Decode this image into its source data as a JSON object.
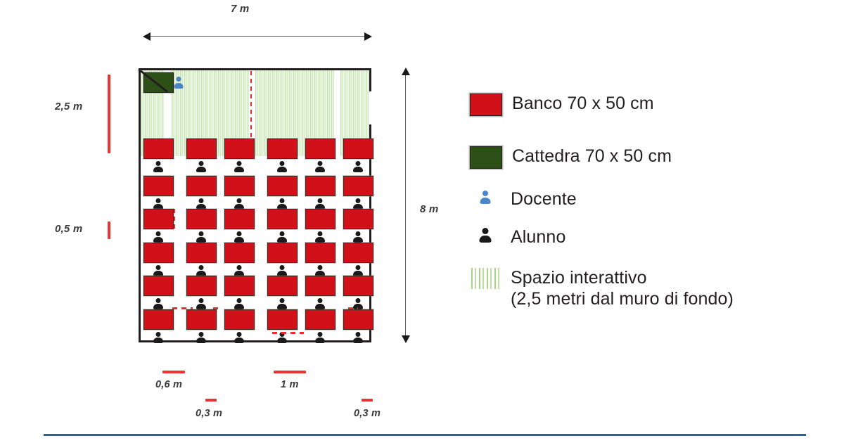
{
  "diagram": {
    "title_dimensions": {
      "width_label": "7 m",
      "height_label": "8 m"
    },
    "left_measures": [
      {
        "label": "2,5 m",
        "marker": "tall-red-bar"
      },
      {
        "label": "0,5 m",
        "marker": "short-red-bar"
      }
    ],
    "bottom_measures": [
      {
        "label": "0,6 m",
        "marker": "red-bar"
      },
      {
        "label": "0,3 m",
        "marker": "red-bar"
      },
      {
        "label": "1 m",
        "marker": "red-bar"
      },
      {
        "label": "0,3 m",
        "marker": "red-bar"
      }
    ],
    "room": {
      "desk_rows": 6,
      "desk_columns": 6,
      "desk_count": 36,
      "student_count": 36,
      "teacher_count": 1,
      "teacher_desk_count": 1,
      "door": "right wall, upper",
      "interactive_zone_depth": "2,5 m"
    }
  },
  "legend": {
    "items": [
      {
        "icon": "red-desk-swatch",
        "label": "Banco 70 x 50 cm"
      },
      {
        "icon": "green-desk-swatch",
        "label": "Cattedra 70 x 50 cm"
      },
      {
        "icon": "teacher-icon",
        "label": "Docente"
      },
      {
        "icon": "student-icon",
        "label": "Alunno"
      },
      {
        "icon": "green-stripe-icon",
        "label": "Spazio interattivo\n (2,5 metri dal muro di fondo)"
      }
    ]
  },
  "colors": {
    "desk_red": "#D2101A",
    "teacher_desk_green": "#2C5016",
    "interactive_green": "#8AC461",
    "teacher_blue": "#4A86C8",
    "measure_red": "#EE3333",
    "footer_blue": "#2E5F9E"
  }
}
